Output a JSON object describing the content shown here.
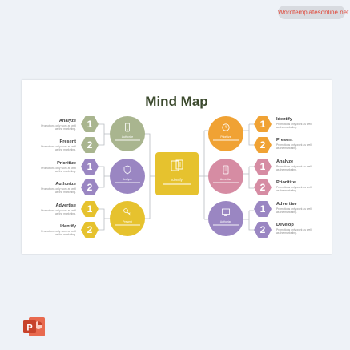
{
  "watermark": "Wordtemplatesonline.net",
  "title": "Mind Map",
  "center": {
    "label": "Identify"
  },
  "hubs": [
    {
      "label": "Authorize",
      "color": "#a9b58f"
    },
    {
      "label": "Analyze",
      "color": "#9a86c2"
    },
    {
      "label": "Present",
      "color": "#e6c22e"
    },
    {
      "label": "Prioritize",
      "color": "#f0a234"
    },
    {
      "label": "Advertise",
      "color": "#d68ca3"
    },
    {
      "label": "Authorize",
      "color": "#9a86c2"
    }
  ],
  "left_items": [
    {
      "label": "Analyze",
      "desc": "Promotions only work as well as the marketing.",
      "num": "1",
      "color": "#a9b58f"
    },
    {
      "label": "Present",
      "desc": "Promotions only work as well as the marketing.",
      "num": "2",
      "color": "#a9b58f"
    },
    {
      "label": "Prioritize",
      "desc": "Promotions only work as well as the marketing.",
      "num": "1",
      "color": "#9a86c2"
    },
    {
      "label": "Authorize",
      "desc": "Promotions only work as well as the marketing.",
      "num": "2",
      "color": "#9a86c2"
    },
    {
      "label": "Advertise",
      "desc": "Promotions only work as well as the marketing.",
      "num": "1",
      "color": "#e6c22e"
    },
    {
      "label": "Identify",
      "desc": "Promotions only work as well as the marketing.",
      "num": "2",
      "color": "#e6c22e"
    }
  ],
  "right_items": [
    {
      "label": "Identify",
      "desc": "Promotions only work as well as the marketing.",
      "num": "1",
      "color": "#f0a234"
    },
    {
      "label": "Present",
      "desc": "Promotions only work as well as the marketing.",
      "num": "2",
      "color": "#f0a234"
    },
    {
      "label": "Analyze",
      "desc": "Promotions only work as well as the marketing.",
      "num": "1",
      "color": "#d68ca3"
    },
    {
      "label": "Prioritize",
      "desc": "Promotions only work as well as the marketing.",
      "num": "2",
      "color": "#d68ca3"
    },
    {
      "label": "Advertise",
      "desc": "Promotions only work as well as the marketing.",
      "num": "1",
      "color": "#9a86c2"
    },
    {
      "label": "Develop",
      "desc": "Promotions only work as well as the marketing.",
      "num": "2",
      "color": "#9a86c2"
    }
  ],
  "app_icon": {
    "name": "powerpoint-icon",
    "letter": "P",
    "color": "#c8432b"
  }
}
